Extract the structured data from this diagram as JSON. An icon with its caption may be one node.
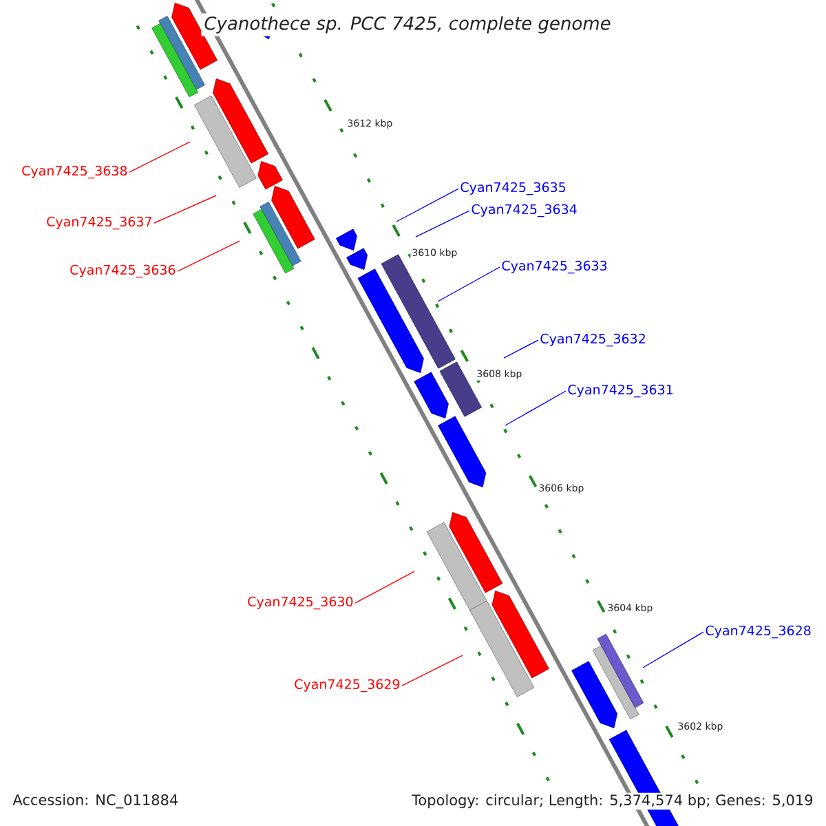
{
  "diagram": {
    "title": "Cyanothece sp. PCC 7425, complete genome",
    "nodes": [
      {
        "text": [
          "Cyan7425_3638"
        ]
      },
      {
        "text": [
          "Cyan7425_3637"
        ]
      },
      {
        "text": [
          "Cyan7425_3636"
        ]
      },
      {
        "text": [
          "Cyan7425_3635"
        ]
      },
      {
        "text": [
          "Cyan7425_3634"
        ]
      },
      {
        "text": [
          "Cyan7425_3633"
        ]
      },
      {
        "text": [
          "Cyan7425_3632"
        ]
      },
      {
        "text": [
          "Cyan7425_3631"
        ]
      },
      {
        "text": [
          "Cyan7425_3630"
        ]
      },
      {
        "text": [
          "Cyan7425_3629"
        ]
      },
      {
        "text": [
          "Cyan7425_3628"
        ]
      }
    ],
    "edges": [
      {
        "from": 0,
        "to": null,
        "arrow": "none",
        "color": "#ff0000"
      },
      {
        "from": 1,
        "to": null,
        "arrow": "none",
        "color": "#ff0000"
      },
      {
        "from": 2,
        "to": null,
        "arrow": "none",
        "color": "#ff0000"
      },
      {
        "from": 3,
        "to": null,
        "arrow": "none",
        "color": "#0000ff"
      },
      {
        "from": 4,
        "to": null,
        "arrow": "none",
        "color": "#0000ff"
      },
      {
        "from": 5,
        "to": null,
        "arrow": "none",
        "color": "#0000ff"
      },
      {
        "from": 6,
        "to": null,
        "arrow": "none",
        "color": "#0000ff"
      },
      {
        "from": 7,
        "to": null,
        "arrow": "none",
        "color": "#0000ff"
      },
      {
        "from": 8,
        "to": null,
        "arrow": "none",
        "color": "#ff0000"
      },
      {
        "from": 9,
        "to": null,
        "arrow": "none",
        "color": "#ff0000"
      },
      {
        "from": 10,
        "to": null,
        "arrow": "none",
        "color": "#0000ff"
      }
    ],
    "labels": [
      "3612 kbp",
      "3610 kbp",
      "3608 kbp",
      "3606 kbp",
      "3604 kbp",
      "3602 kbp",
      "Accession: NC_011884",
      "Topology: circular; Length: 5,374,574 bp; Genes: 5,019"
    ]
  }
}
